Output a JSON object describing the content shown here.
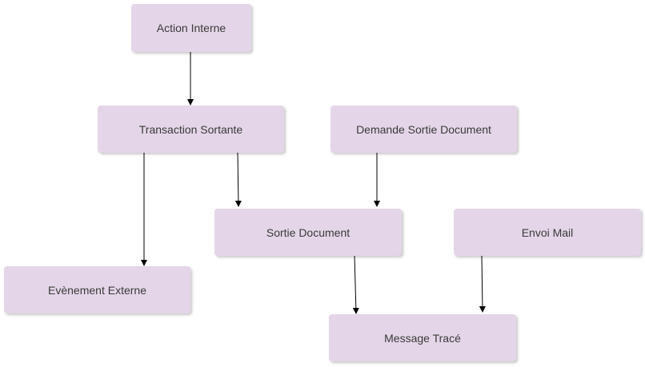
{
  "colors": {
    "node_fill": "#e4d6e8",
    "edge": "#000000",
    "text": "#3a3a3a"
  },
  "nodes": {
    "action_interne": {
      "label": "Action Interne"
    },
    "transaction_sortante": {
      "label": "Transaction Sortante"
    },
    "demande_sortie_document": {
      "label": "Demande Sortie Document"
    },
    "sortie_document": {
      "label": "Sortie Document"
    },
    "envoi_mail": {
      "label": "Envoi Mail"
    },
    "evenement_externe": {
      "label": "Evènement Externe"
    },
    "message_trace": {
      "label": "Message Tracé"
    }
  },
  "edges": [
    {
      "from": "action_interne",
      "to": "transaction_sortante"
    },
    {
      "from": "transaction_sortante",
      "to": "evenement_externe"
    },
    {
      "from": "transaction_sortante",
      "to": "sortie_document"
    },
    {
      "from": "demande_sortie_document",
      "to": "sortie_document"
    },
    {
      "from": "sortie_document",
      "to": "message_trace"
    },
    {
      "from": "envoi_mail",
      "to": "message_trace"
    }
  ]
}
